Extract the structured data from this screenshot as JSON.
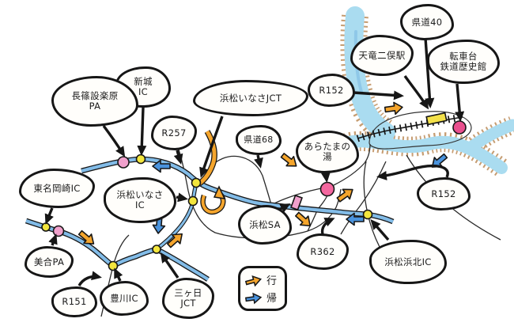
{
  "map": {
    "description": "hand-drawn driving route map (Tomei / Shin-Tomei to Tenryu-Futamata)",
    "legend": {
      "go": "行",
      "return": "帰"
    },
    "colors": {
      "go_arrow": "#f5a52c",
      "return_arrow": "#4a93dd",
      "expressway": "#82bce8",
      "river": "#aadcf0",
      "river_bank": "#c69d72",
      "ic_marker": "#f3e63d",
      "pa_marker": "#f0a0cc",
      "onsen_marker": "#f4679f",
      "turntable_marker": "#e94f8e",
      "station_marker": "#f3e14a"
    }
  },
  "bubbles": {
    "kendo40": {
      "label": "県道40"
    },
    "tenryu_futamata": {
      "label": "天竜二俣駅"
    },
    "tenshadai": {
      "label": "転車台\n鉄道歴史館"
    },
    "r152_top": {
      "label": "R152"
    },
    "inasa_jct": {
      "label": "浜松いなさJCT"
    },
    "shinshiro_ic": {
      "label": "新城\nIC"
    },
    "nagashino_pa": {
      "label": "長篠設楽原\nPA"
    },
    "r257": {
      "label": "R257"
    },
    "kendo68": {
      "label": "県道68"
    },
    "aratama_yu": {
      "label": "あらたまの\n湯"
    },
    "okazaki_ic": {
      "label": "東名岡崎IC"
    },
    "inasa_ic": {
      "label": "浜松いなさ\nIC"
    },
    "hamamatsu_sa": {
      "label": "浜松SA"
    },
    "r362": {
      "label": "R362"
    },
    "hamakita_ic": {
      "label": "浜松浜北IC"
    },
    "r152_right": {
      "label": "R152"
    },
    "miai_pa": {
      "label": "美合PA"
    },
    "r151": {
      "label": "R151"
    },
    "toyokawa_ic": {
      "label": "豊川IC"
    },
    "mikkabi_jct": {
      "label": "三ヶ日\nJCT"
    }
  }
}
